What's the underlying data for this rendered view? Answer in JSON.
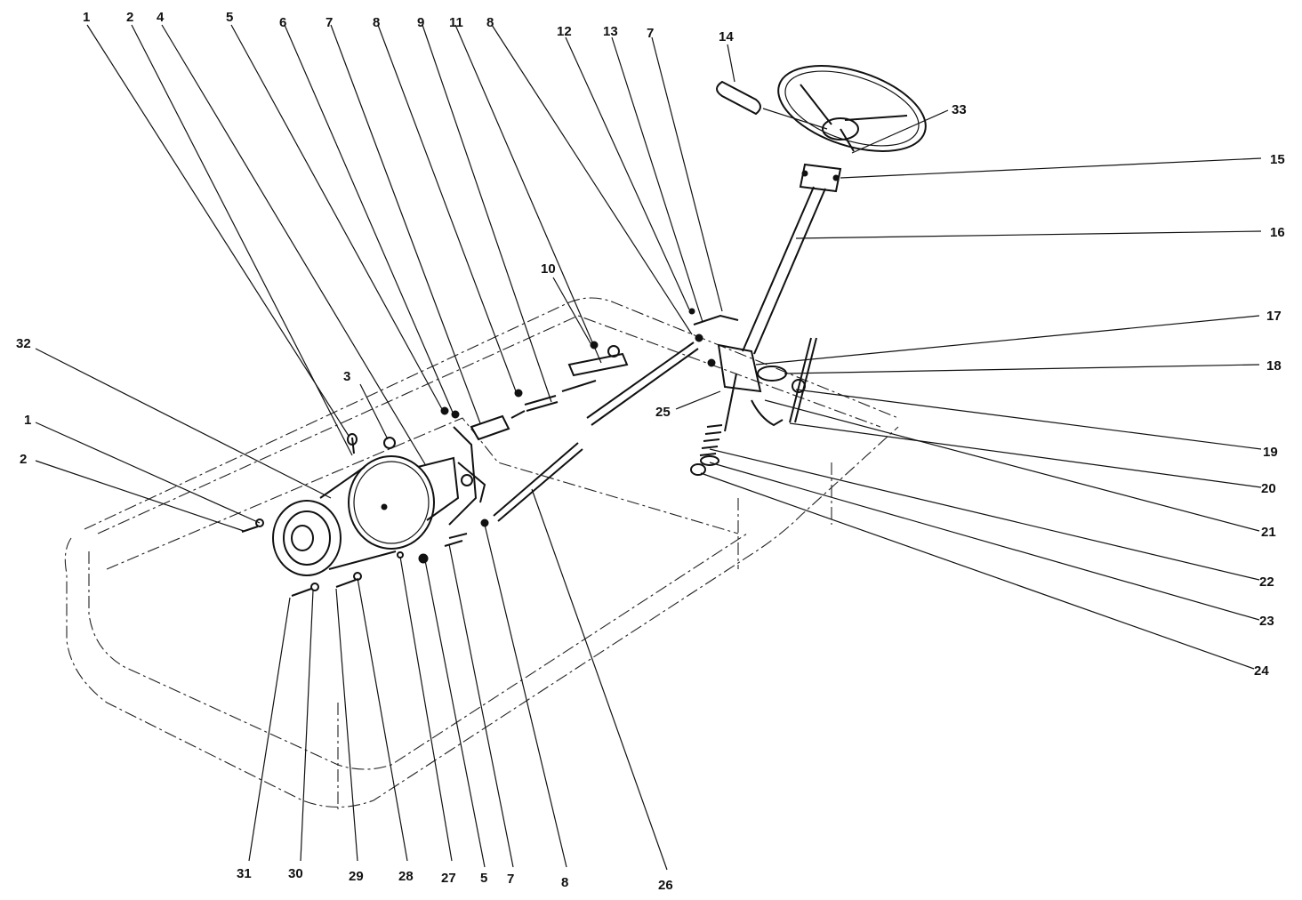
{
  "callouts": {
    "top": [
      "1",
      "2",
      "4",
      "5",
      "6",
      "7",
      "8",
      "9",
      "11",
      "8",
      "12",
      "13",
      "7",
      "14"
    ],
    "right": [
      "33",
      "15",
      "16",
      "17",
      "18",
      "19",
      "20",
      "21",
      "22",
      "23",
      "24"
    ],
    "left": [
      "32",
      "1",
      "2",
      "3",
      "10",
      "25"
    ],
    "bottom": [
      "31",
      "30",
      "29",
      "28",
      "27",
      "5",
      "7",
      "8",
      "26"
    ]
  }
}
